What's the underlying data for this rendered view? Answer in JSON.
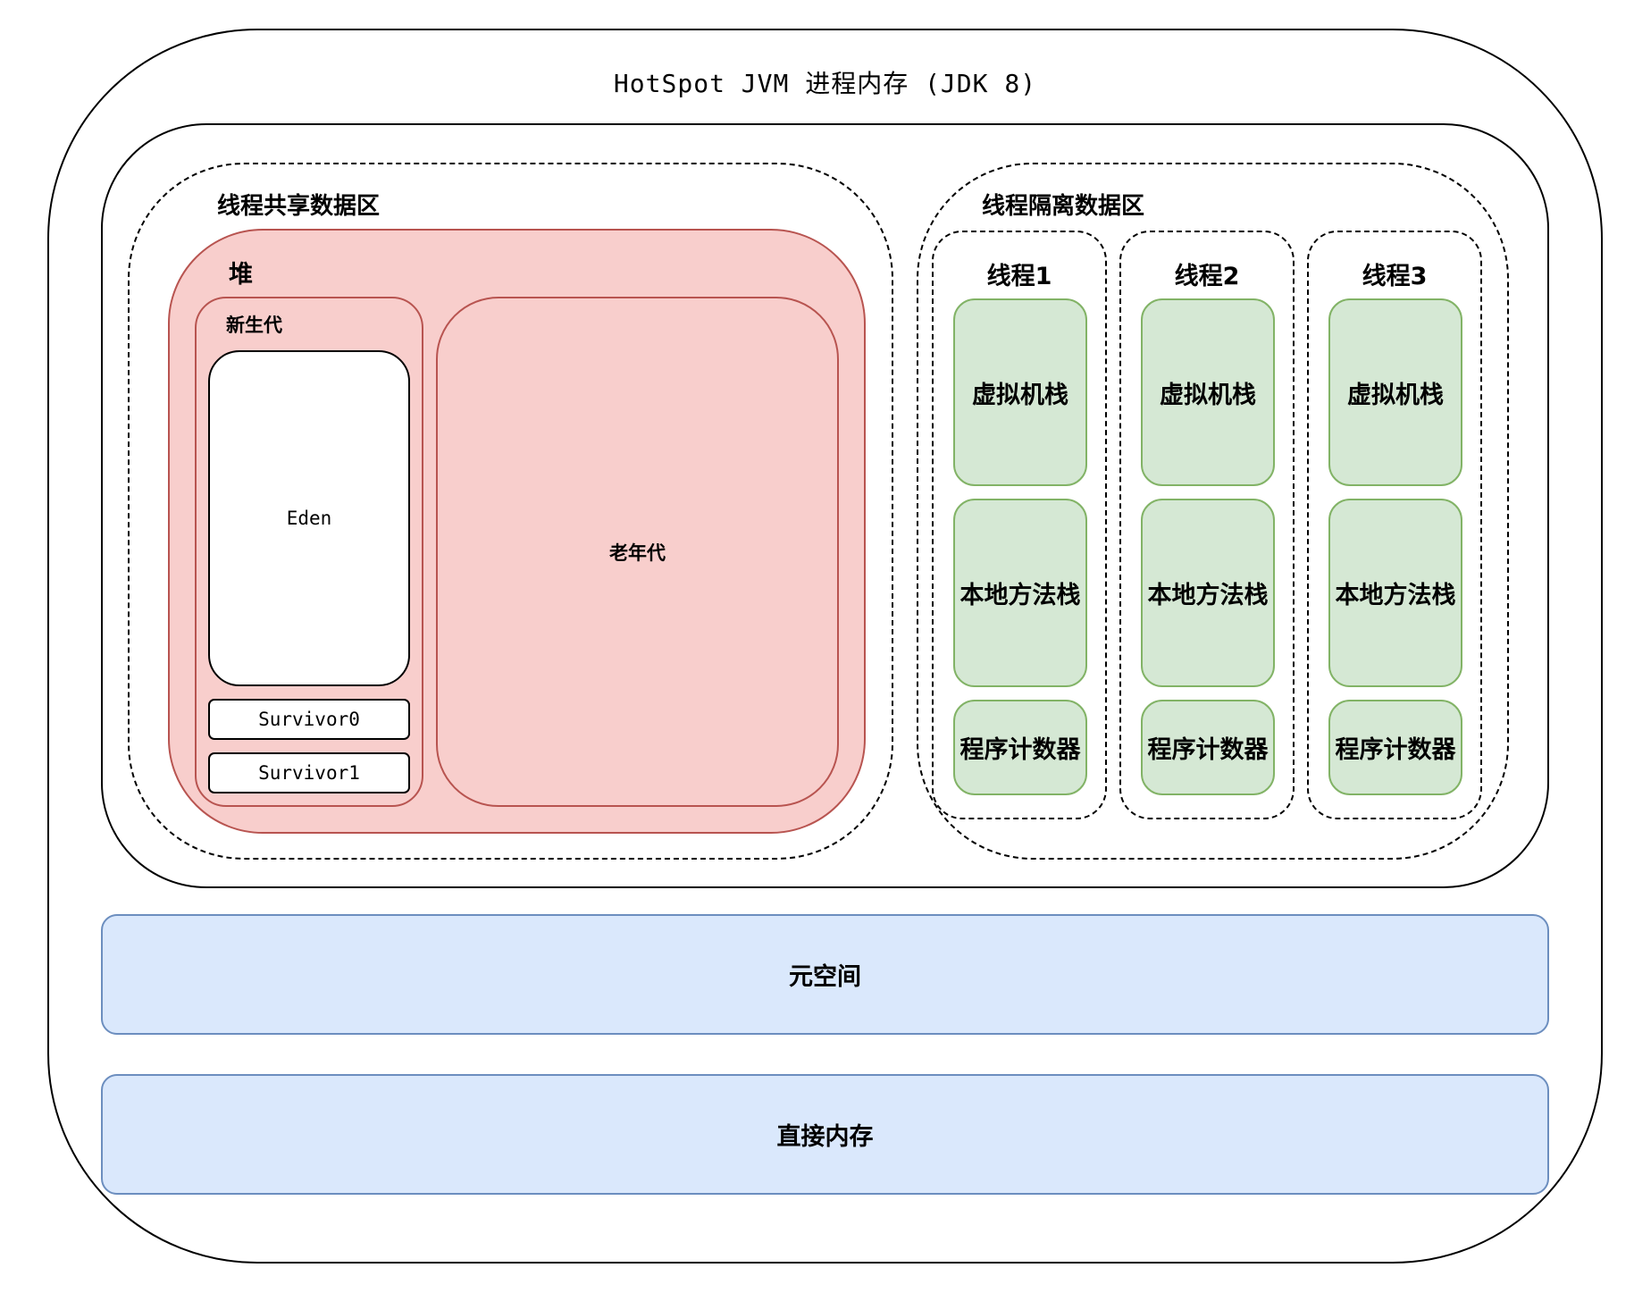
{
  "title": "HotSpot JVM 进程内存 (JDK 8)",
  "shared_area": {
    "label": "线程共享数据区",
    "heap": {
      "label": "堆",
      "young_gen": {
        "label": "新生代",
        "eden": "Eden",
        "survivor0": "Survivor0",
        "survivor1": "Survivor1"
      },
      "old_gen": "老年代"
    }
  },
  "isolated_area": {
    "label": "线程隔离数据区",
    "threads": [
      {
        "label": "线程1",
        "vm_stack": "虚拟机栈",
        "native_stack": "本地方法栈",
        "pc_register": "程序计数器"
      },
      {
        "label": "线程2",
        "vm_stack": "虚拟机栈",
        "native_stack": "本地方法栈",
        "pc_register": "程序计数器"
      },
      {
        "label": "线程3",
        "vm_stack": "虚拟机栈",
        "native_stack": "本地方法栈",
        "pc_register": "程序计数器"
      }
    ]
  },
  "metaspace": "元空间",
  "direct_memory": "直接内存",
  "colors": {
    "heap_fill": "#f8cecc",
    "heap_stroke": "#b85450",
    "green_fill": "#d5e8d4",
    "green_stroke": "#82b366",
    "blue_fill": "#dae8fc",
    "blue_stroke": "#6c8ebf"
  }
}
